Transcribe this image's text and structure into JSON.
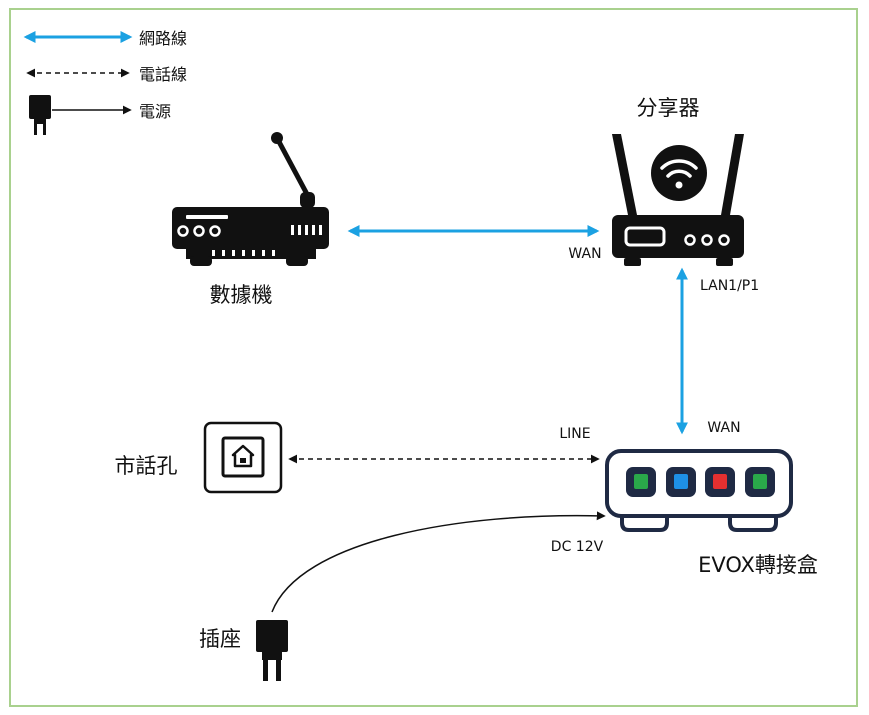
{
  "legend": {
    "network": "網路線",
    "phone": "電話線",
    "power": "電源"
  },
  "nodes": {
    "router": "分享器",
    "modem": "數據機",
    "phone_jack": "市話孔",
    "outlet": "插座",
    "evox": "EVOX轉接盒"
  },
  "ports": {
    "router_wan": "WAN",
    "router_lan": "LAN1/P1",
    "evox_line": "LINE",
    "evox_wan": "WAN",
    "evox_dc": "DC 12V"
  },
  "colors": {
    "frame_border": "#a9d18e",
    "network_line": "#1ba1e2",
    "device_dark": "#111111",
    "evox_outline": "#1f2a44",
    "evox_ports": [
      "#2aa84a",
      "#1e90e6",
      "#e53030",
      "#2aa84a"
    ]
  },
  "icons": {
    "router": "wifi-router-icon",
    "modem": "modem-icon",
    "phone_jack": "phone-jack-icon",
    "outlet": "power-plug-icon",
    "evox": "evox-box-icon"
  }
}
